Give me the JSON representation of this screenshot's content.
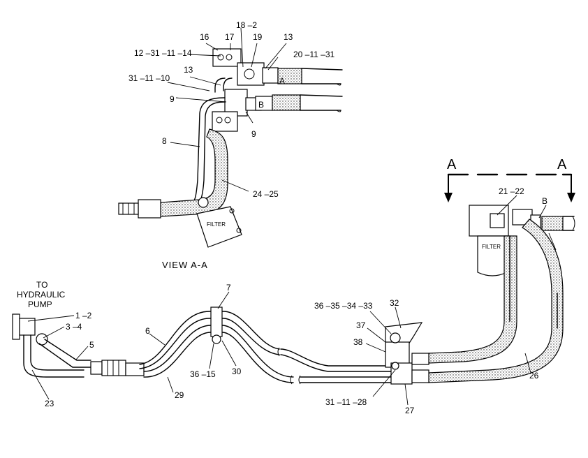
{
  "view_caption": "VIEW A-A",
  "section_letter_left": "A",
  "section_letter_right": "A",
  "pump_label_line1": "TO",
  "pump_label_line2": "HYDRAULIC",
  "pump_label_line3": "PUMP",
  "filter_label_main": "FILTER",
  "filter_label_view": "FILTER",
  "port_a_view": "A",
  "port_b_view": "B",
  "port_a_main": "A",
  "port_b_main": "B",
  "callouts": {
    "c16": "16",
    "c17": "17",
    "c18_2": "18 –2",
    "c19": "19",
    "c13_top": "13",
    "c12_31_11_14": "12 –31 –11 –14",
    "c20_11_31": "20 –11 –31",
    "c13_mid": "13",
    "c31_11_10": "31 –11 –10",
    "c9_left": "9",
    "c9_right": "9",
    "c8": "8",
    "c24_25": "24 –25",
    "c21_22": "21 –22",
    "c7": "7",
    "c6": "6",
    "c1_2": "1 –2",
    "c3_4": "3 –4",
    "c5": "5",
    "c23": "23",
    "c29": "29",
    "c36_15": "36 –15",
    "c30": "30",
    "c36_35_34_33": "36 –35 –34 –33",
    "c32": "32",
    "c37": "37",
    "c38": "38",
    "c31_11_28": "31 –11 –28",
    "c27": "27",
    "c26": "26"
  }
}
